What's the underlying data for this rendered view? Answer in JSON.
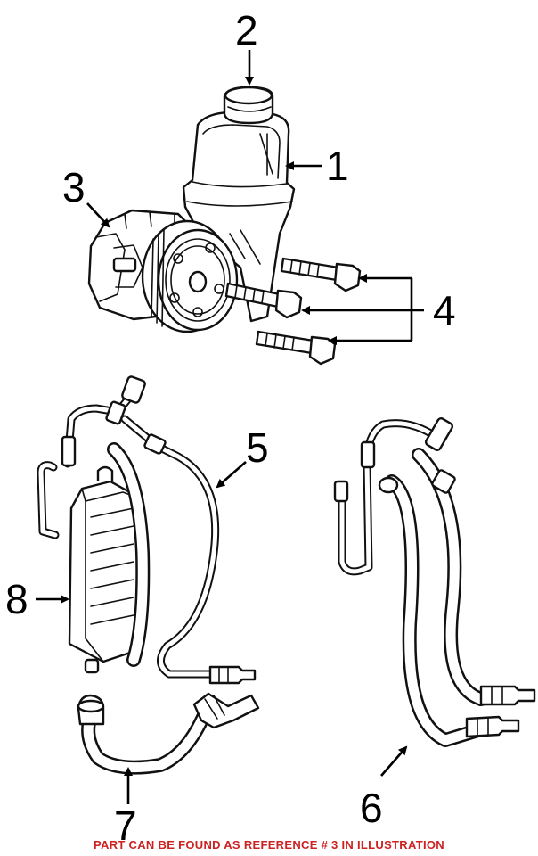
{
  "diagram": {
    "callouts": {
      "c1": "1",
      "c2": "2",
      "c3": "3",
      "c4": "4",
      "c5": "5",
      "c6": "6",
      "c7": "7",
      "c8": "8"
    },
    "footer_note": "PART CAN BE FOUND AS REFERENCE # 3 IN ILLUSTRATION",
    "colors": {
      "line": "#111111",
      "footer_text": "#cc2222",
      "background": "#ffffff"
    }
  }
}
